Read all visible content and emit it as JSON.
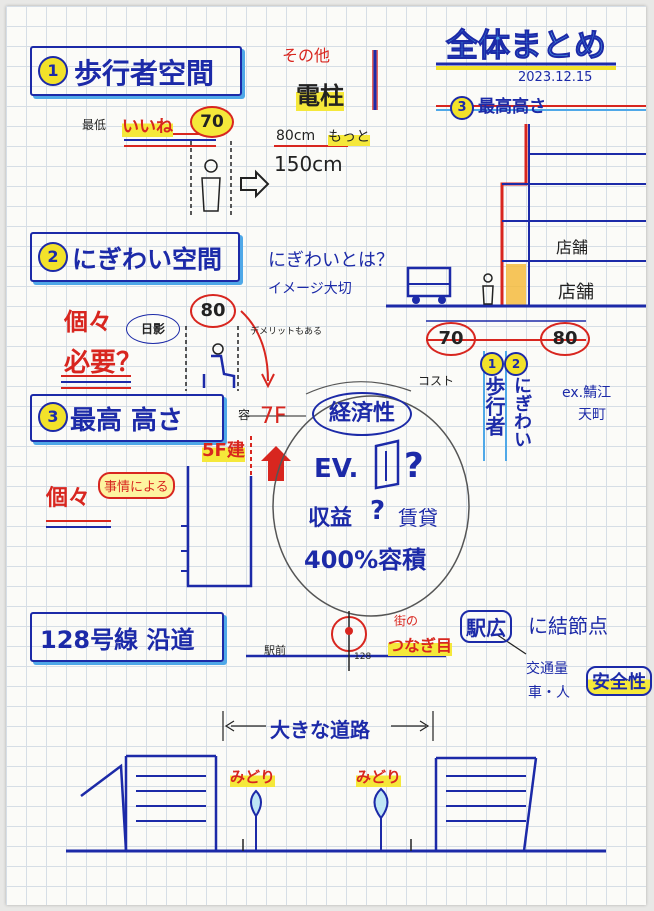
{
  "sections": {
    "s1": {
      "num": "1",
      "title": "歩行者空間"
    },
    "s2": {
      "num": "2",
      "title": "にぎわい空間"
    },
    "s3": {
      "num": "3",
      "title": "最高 高さ"
    },
    "s4": {
      "title": "128号線 沿道"
    }
  },
  "header": {
    "title": "全体まとめ",
    "date": "2023.12.15",
    "subtitle_num": "3",
    "subtitle": "最高高さ"
  },
  "other": {
    "label": "その他",
    "item": "電柱"
  },
  "s1_notes": {
    "min_prefix": "最低",
    "min_label": "いいね",
    "width_70": "70",
    "width_80": "80cm",
    "motto": "もっと",
    "width_150": "150cm"
  },
  "s2_notes": {
    "nigiwai": "にぎわいとは？",
    "image": "イメージ大切",
    "kojin": "個々",
    "hitsuyo": "必要？",
    "nichiei": "日影",
    "width_80": "80",
    "demerit": "デメリットもある"
  },
  "s3_notes": {
    "kojin": "個々",
    "jijou": "事情による",
    "five_f": "5F建",
    "kiso": "容",
    "seven_f": "7F",
    "cost": "コスト",
    "keizai": "経済性",
    "ev": "EV.",
    "q1": "?",
    "shueki": "収益",
    "q2": "?",
    "rent": "賃貸",
    "yoseki": "400%容積"
  },
  "right_diagram": {
    "store1": "店舗",
    "store2": "店舗",
    "w70": "70",
    "w80": "80",
    "n1": "1",
    "n2": "2",
    "hokosha": "歩行者",
    "nigiwai": "にぎわい",
    "ex": "ex.鯖江",
    "tenmachi": "天町"
  },
  "s4_notes": {
    "ekimae": "駅前",
    "road": "128",
    "machi_no": "街の",
    "tsunagime": "つなぎ目",
    "ekihiro": "駅広",
    "kessetsu": "に結節点",
    "kotsuryo": "交通量",
    "kuruma": "車・人",
    "anzen": "安全性"
  },
  "section_diagram": {
    "big_road": "大きな道路",
    "green1": "みどり",
    "green2": "みどり"
  }
}
